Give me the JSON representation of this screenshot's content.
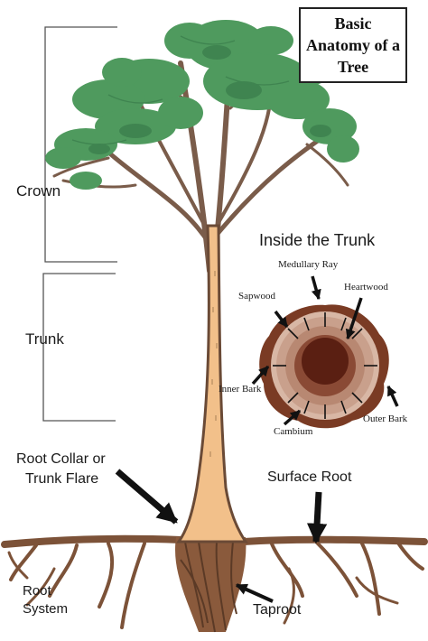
{
  "title": {
    "line1": "Basic",
    "line2": "Anatomy of a",
    "line3": "Tree"
  },
  "labels": {
    "crown": "Crown",
    "trunk": "Trunk",
    "root_collar_line1": "Root Collar or",
    "root_collar_line2": "Trunk Flare",
    "surface_root": "Surface Root",
    "root_system_line1": "Root",
    "root_system_line2": "System",
    "taproot": "Taproot"
  },
  "inside_trunk": {
    "heading": "Inside the Trunk",
    "medullary_ray": "Medullary Ray",
    "sapwood": "Sapwood",
    "heartwood": "Heartwood",
    "inner_bark": "Inner Bark",
    "cambium": "Cambium",
    "outer_bark": "Outer Bark"
  },
  "colors": {
    "foliage": "#4f9a5e",
    "foliage_dark": "#3f8450",
    "branch": "#7a5c4a",
    "trunk_fill": "#f2c08a",
    "trunk_edge": "#6a4a36",
    "root": "#7c5238",
    "root_dark": "#5b3a26",
    "heartwood": "#5a1f12",
    "outer_bark": "#7a3b24",
    "ring_light": "#d8b7a5",
    "ring_mid": "#b88872"
  }
}
